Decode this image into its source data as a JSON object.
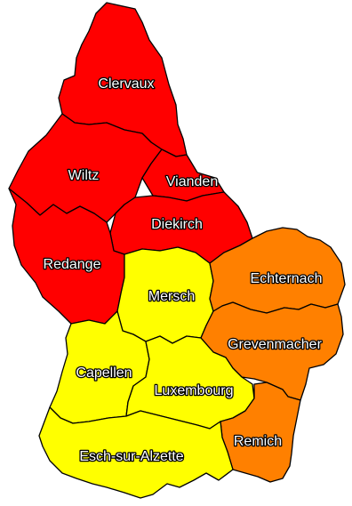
{
  "colors": {
    "red": "#ff0000",
    "yellow": "#ffff00",
    "orange": "#ff8000",
    "border": "#000000",
    "label_fill": "#ffffff",
    "label_outline": "#000000"
  },
  "cantons": [
    {
      "name": "Clervaux",
      "color": "red"
    },
    {
      "name": "Wiltz",
      "color": "red"
    },
    {
      "name": "Vianden",
      "color": "red"
    },
    {
      "name": "Diekirch",
      "color": "red"
    },
    {
      "name": "Redange",
      "color": "red"
    },
    {
      "name": "Mersch",
      "color": "yellow"
    },
    {
      "name": "Echternach",
      "color": "orange"
    },
    {
      "name": "Grevenmacher",
      "color": "orange"
    },
    {
      "name": "Capellen",
      "color": "yellow"
    },
    {
      "name": "Luxembourg",
      "color": "yellow"
    },
    {
      "name": "Remich",
      "color": "orange"
    },
    {
      "name": "Esch-sur-Alzette",
      "color": "yellow"
    }
  ]
}
